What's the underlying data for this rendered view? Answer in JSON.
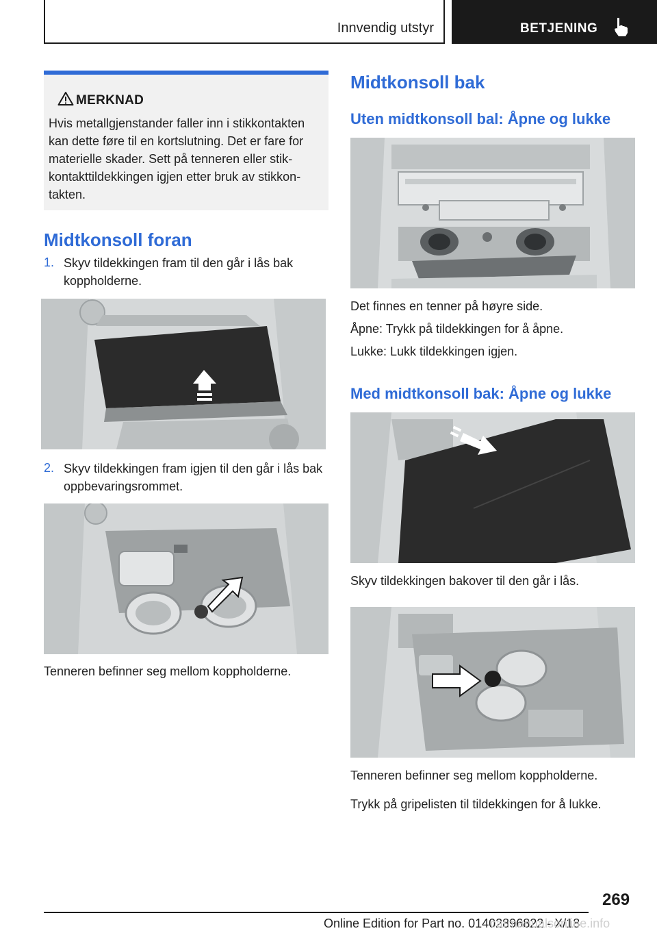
{
  "header": {
    "section": "Innvendig utstyr",
    "chapter": "BETJENING",
    "chapter_icon": "pointing-hand-icon"
  },
  "note": {
    "icon": "warning-triangle-icon",
    "title": "MERKNAD",
    "text": "Hvis metallgjenstander faller inn i stikkontakten kan dette føre til en kortslutning. Det er fare for materielle skader. Sett på tenneren eller stik­kontakttildekkingen igjen etter bruk av stikkon­takten."
  },
  "front": {
    "heading": "Midtkonsoll foran",
    "steps": [
      {
        "num": "1.",
        "text": "Skyv tildekkingen fram til den går i lås bak koppholderne."
      },
      {
        "num": "2.",
        "text": "Skyv tildekkingen fram igjen til den går i lås bak oppbevaringsrommet."
      }
    ],
    "caption": "Tenneren befinner seg mellom koppholderne."
  },
  "rear": {
    "heading": "Midtkonsoll bak",
    "sub1": "Uten midtkonsoll bal: Åpne og lukke",
    "p1": "Det finnes en tenner på høyre side.",
    "p2": "Åpne: Trykk på tildekkingen for å åpne.",
    "p3": "Lukke: Lukk tildekkingen igjen.",
    "sub2": "Med midtkonsoll bak: Åpne og lukke",
    "p4": "Skyv tildekkingen bakover til den går i lås.",
    "p5": "Tenneren befinner seg mellom koppholderne.",
    "p6": "Trykk på gripelisten til tildekkingen for å lukke."
  },
  "footer": {
    "page": "269",
    "edition": "Online Edition for Part no. 01402896822 - X/18",
    "watermark": "carmanualsonline.info"
  },
  "colors": {
    "accent": "#2f6bd6",
    "note_bg": "#f1f1f1",
    "header_dark": "#1a1a1a"
  }
}
